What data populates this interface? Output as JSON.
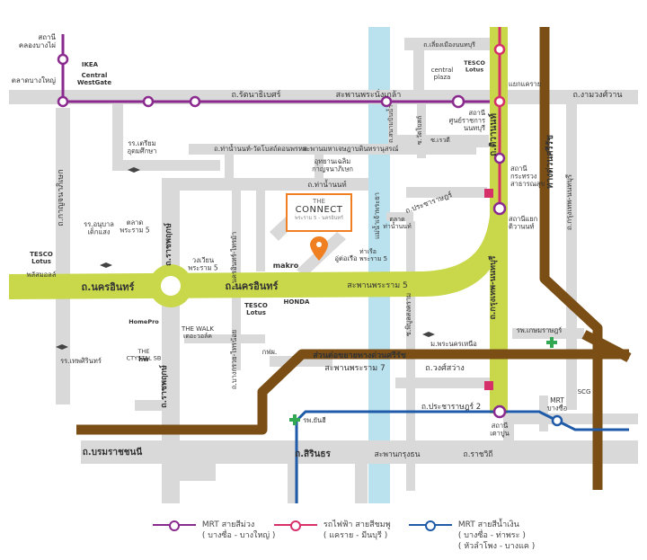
{
  "labels": {
    "station_khlong_bang_phai": "สถานี\nคลองบางไผ่",
    "talad_bang_yai": "ตลาดบางใหญ่",
    "ikea": "IKEA",
    "central_westgate": "Central\nWestGate",
    "rattanathibet_rd": "ถ.รัตนาธิเบศร์",
    "phra_nang_klao_bridge": "สะพานพระนั่งเกล้า",
    "station_ministry_commerce": "สถานี\nศูนย์ราชการ\nนนทบุรี",
    "ngamwongwan_rd": "ถ.งามวงศ์วาน",
    "liang_mueang_rd": "ถ.เลี่ยงเมืองนนทบุรี",
    "central_plaza": "central\nplaza",
    "tesco_lotus_top": "TESCO\nLotus",
    "yaek_khae_rai": "แยกแคราย",
    "tiwanon_rd": "ถ.ติวานนท์",
    "soi_sarawi": "ซ.เรวดี",
    "kamphaengphet_expressway": "ทางด่วนศรีรัช",
    "pracharat_soi": "ถ.ประชาราษฎร์ 1",
    "thai_phat_rd": "ถ.ท่าน้ำนนท์-วัดโบสถ์ดอนพรหม",
    "maha_chesadabodin_bridge": "สะพานมหาเจษฎาบดินทรานุสรณ์",
    "chalermkanchana_park": "อุทยานเฉลิม\nกาญจนาภิเษก",
    "tha_nam_non_rd": "ถ.ท่าน้ำนนท์",
    "rr_triam": "รร.เตรียม\nอุดมศึกษา",
    "station_ministry_health": "สถานี\nกระทรวง\nสาธารณสุข",
    "station_yaek_tiwanon": "สถานีแยก\nติวานนท์",
    "pracharat_rd": "ถ.ประชาราษฎร์",
    "talad_tha_nam_non": "ตลาด\nท่าน้ำนนท์",
    "chao_phraya_river": "แม่น้ำเจ้าพระยา",
    "kanchanaphisek_rd": "ถ.กาญจนาภิเษก",
    "rr_anuban": "รร.อนุบาล\nเด็กแสง",
    "talad_phra_ram_5": "ตลาด\nพระราม 5",
    "wongwian_phra_ram_5": "วงเวียน\nพระราม 5",
    "tesco_lotus_left": "TESCO\nLotus",
    "lotus_plus": "พลัสมอลล์",
    "nakhon_in_rd_left": "ถ.นครอินทร์",
    "nakhon_in_rd_mid": "ถ.นครอินทร์",
    "phra_ram_5_bridge": "สะพานพระราม 5",
    "makro": "makro",
    "doi_tung_cafe": "อู่ต่อเรือ",
    "pier_phra_ram_5": "ท่าเรือ\nพระราม 5",
    "krung_thep_nonthaburi_rd": "ถ.กรุงเทพ-นนทบุรี",
    "ratchaphruek_rd": "ถ.ราชพฤกษ์",
    "tesco_lotus_mid": "TESCO\nLotus",
    "honda": "HONDA",
    "the_walk": "THE WALK\nเดอะวอล์ค",
    "the_crystal_sb": "THE\nCTYSTAL SB",
    "home_pro": "HomePro",
    "rr_thep_sirin": "รร.เทพศิรินทร์",
    "hw": "hw",
    "kfph": "กฟผ.",
    "rr_phra_nakhon_nuea": "ม.พระนครเหนือ",
    "kasem_rat_hospital": "รพ.เกษมราษฎร์",
    "si_rat_expressway_ext": "ส่วนต่อขยายทางด่วนศรีรัช",
    "phra_ram_7_bridge": "สะพานพระราม 7",
    "wong_sawang_rd": "ถ.วงศ์สว่าง",
    "pracharat_2_rd": "ถ.ประชาราษฎร์ 2",
    "scg": "SCG",
    "hosp_yanhee": "รพ.ยันฮี",
    "station_tao_poon": "สถานี\nเตาปูน",
    "mrt_bang_sue": "MRT\nบางซื่อ",
    "borommaratchachonnani_rd": "ถ.บรมราชชนนี",
    "sirindhorn_rd": "ถ.สิรินธร",
    "krung_thon_bridge": "สะพานกรุงธน",
    "ratchawithi_rd": "ถ.ราชวิถี",
    "pracharat_soi_right": "ถ.ประชาราษฎร์",
    "nakhon_in_right": "ถ.นครอินทร์-ไทรม้า",
    "bang_kruai_sai_noi": "ถ.บางกรวย-ไทรน้อย",
    "bang_kruai_sai_noi_2": "ถ.บางกรวย-ไทรน้อย",
    "sanam_bin_nam": "ถ.สนามบินน้ำ",
    "soi_wat_bot": "ซ.วัดโบสถ์",
    "soi_phibun": "ซ.พิบูลสงคราม",
    "kanchana_rd_bottom": "ถ.กาญจนาภิเษก",
    "uchoomp_rd": "ถ.ราชพฤกษ์",
    "krung_thep_nonthaburi_2": "ถ.กรุงเทพ-นนทบุรี"
  },
  "connect": {
    "title_top": "THE",
    "title_main": "CONNECT",
    "subtitle": "พระราม 5 - นครอินทร์"
  },
  "legend": [
    {
      "name": "MRT สายสีม่วง",
      "sub": "( บางซื่อ - บางใหญ่ )",
      "color": "#8b2a8e"
    },
    {
      "name": "รถไฟฟ้า สายสีชมพู",
      "sub": "( แคราย - มีนบุรี )",
      "color": "#d6306b"
    },
    {
      "name": "MRT สายสีน้ำเงิน",
      "sub": "( บางซื่อ - ท่าพระ )\n( หัวลำโพง - บางแค )",
      "color": "#1f5ba8"
    }
  ],
  "colors": {
    "road": "#d9d9d9",
    "yellow_road": "#c8d84a",
    "expressway": "#7a4e15",
    "river": "#b9e1ee",
    "purple_line": "#8b2a8e",
    "pink_line": "#d6306b",
    "blue_line": "#1f5ba8",
    "pin": "#f07f22"
  }
}
